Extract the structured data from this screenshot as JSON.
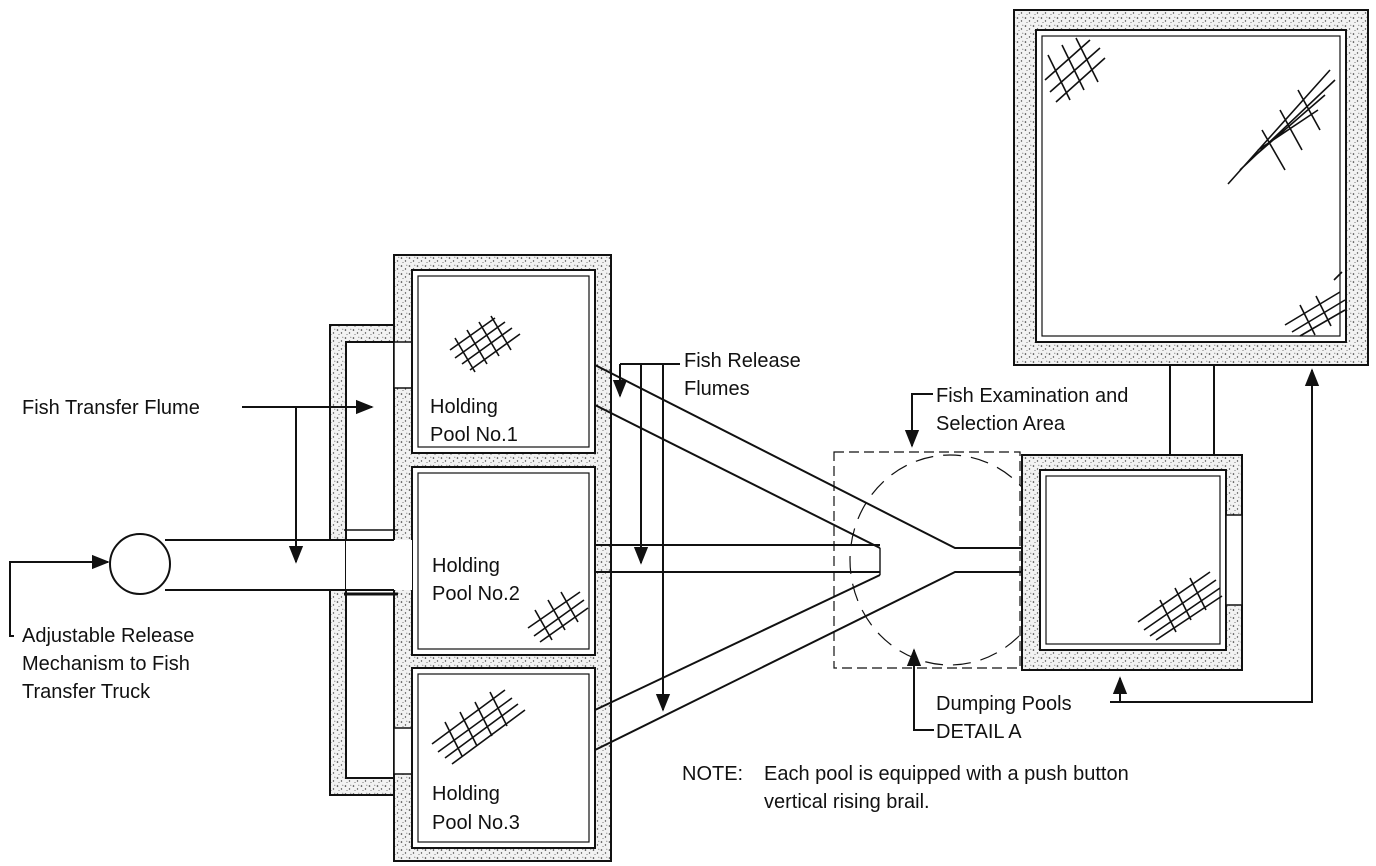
{
  "labels": {
    "fish_transfer_flume": "Fish Transfer Flume",
    "adjustable_release": [
      "Adjustable Release",
      "Mechanism to Fish",
      "Transfer Truck"
    ],
    "holding_pool_1": [
      "Holding",
      "Pool No.1"
    ],
    "holding_pool_2": [
      "Holding",
      "Pool No.2"
    ],
    "holding_pool_3": [
      "Holding",
      "Pool No.3"
    ],
    "fish_release_flumes": [
      "Fish Release",
      "Flumes"
    ],
    "fish_examination": [
      "Fish Examination and",
      "Selection Area"
    ],
    "dumping_pools": "Dumping Pools",
    "detail_a": "DETAIL A",
    "note_prefix": "NOTE:",
    "note_lines": [
      "Each pool is equipped with a push button",
      "vertical rising brail."
    ]
  },
  "icons": [
    "arrow-icon",
    "hatch-pattern-icon",
    "stipple-pattern-icon"
  ]
}
